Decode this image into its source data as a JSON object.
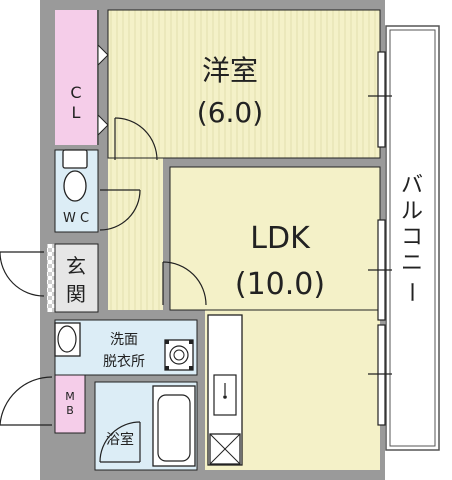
{
  "rooms": {
    "western": {
      "name": "洋室",
      "size": "(6.0)"
    },
    "ldk": {
      "name": "LDK",
      "size": "(10.0)"
    },
    "closet": {
      "c": "C",
      "l": "L"
    },
    "wc": "W C",
    "entrance": {
      "line1": "玄",
      "line2": "関"
    },
    "washroom": {
      "line1": "洗面",
      "line2": "脱衣所"
    },
    "mb": {
      "m": "M",
      "b": "B"
    },
    "bath": "浴室",
    "balcony": [
      "バ",
      "ル",
      "コ",
      "ニ",
      "ー"
    ]
  },
  "colors": {
    "wall": "#9a9a9a",
    "wall_dark": "#7d7d7d",
    "wood": "#f4f1c8",
    "wood_line": "#dcd8a0",
    "tile": "#dcedf6",
    "pink": "#f5cde9",
    "entrance": "#e6e6e6",
    "fixture": "#ffffff",
    "line": "#222222"
  }
}
